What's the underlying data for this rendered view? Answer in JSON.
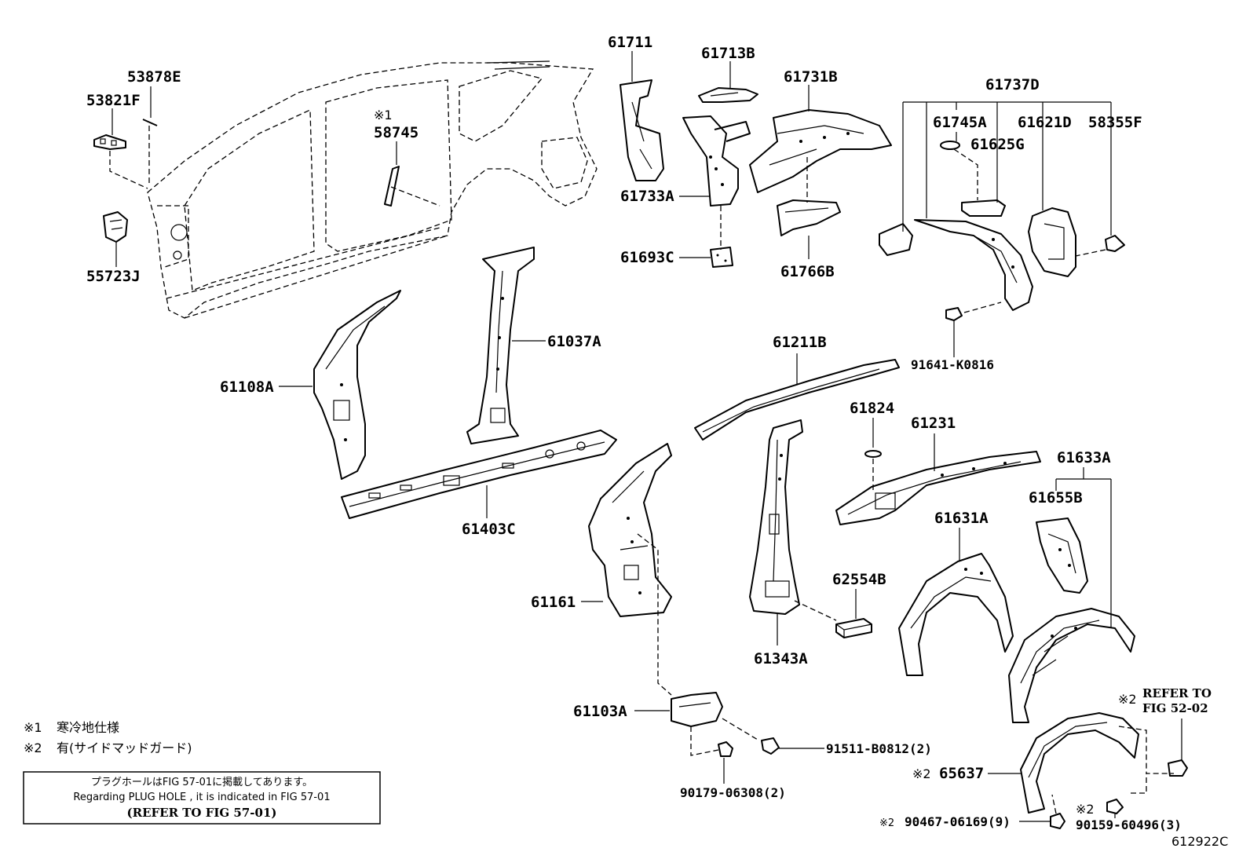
{
  "diagram": {
    "labels": {
      "p53878E": "53878E",
      "p53821F": "53821F",
      "p55723J": "55723J",
      "p58745": "58745",
      "mark1_58745": "※1",
      "p61711": "61711",
      "p61713B": "61713B",
      "p61731B": "61731B",
      "p61737D": "61737D",
      "p61745A": "61745A",
      "p61625G": "61625G",
      "p61621D": "61621D",
      "p58355F": "58355F",
      "p61733A": "61733A",
      "p61693C": "61693C",
      "p61766B": "61766B",
      "p91641": "91641-K0816",
      "p61037A": "61037A",
      "p61108A": "61108A",
      "p61211B": "61211B",
      "p61824": "61824",
      "p61231": "61231",
      "p61633A": "61633A",
      "p61655B": "61655B",
      "p61631A": "61631A",
      "p61403C": "61403C",
      "p62554B": "62554B",
      "p61161": "61161",
      "p61343A": "61343A",
      "p61103A": "61103A",
      "p91511": "91511-B0812(2)",
      "p90179": "90179-06308(2)",
      "p65637": "65637",
      "mark2_65637": "※2",
      "p90467": "90467-06169(9)",
      "mark2_90467": "※2",
      "p90159": "90159-60496(3)",
      "mark2_90159": "※2",
      "refer_mark": "※2",
      "refer_line1": "REFER TO",
      "refer_line2": "FIG 52-02",
      "fig_code": "612922C"
    },
    "notes": {
      "note1_mark": "※1",
      "note1_text": "寒冷地仕様",
      "note2_mark": "※2",
      "note2_text": "有(サイドマッドガード)"
    },
    "box": {
      "line1": "プラグホールはFIG 57-01に掲載してあります。",
      "line2": "Regarding  PLUG HOLE , it is indicated in FIG 57-01",
      "line3": "(REFER TO FIG 57-01)"
    }
  }
}
